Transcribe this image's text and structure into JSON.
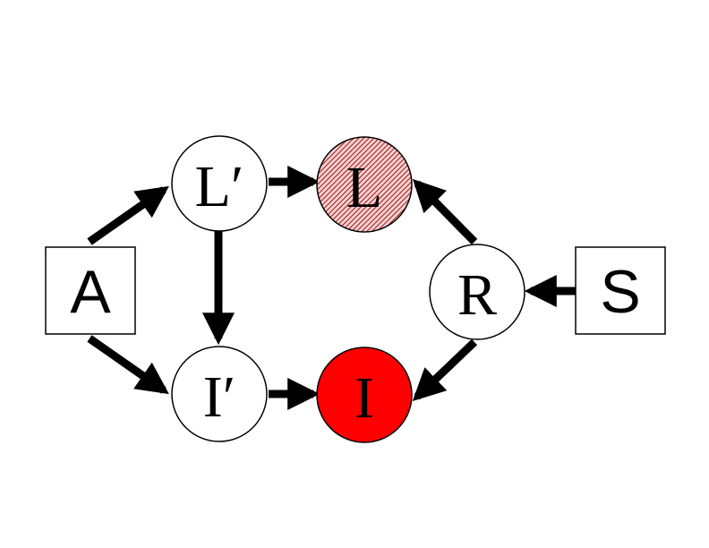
{
  "diagram": {
    "nodes": {
      "A": {
        "label": "A",
        "shape": "square",
        "fill": "#ffffff"
      },
      "Lp": {
        "label": "L′",
        "shape": "circle",
        "fill": "#ffffff"
      },
      "L": {
        "label": "L",
        "shape": "circle",
        "fill": "#e8aaaa",
        "pattern": "hatched"
      },
      "Ip": {
        "label": "I′",
        "shape": "circle",
        "fill": "#ffffff"
      },
      "I": {
        "label": "I",
        "shape": "circle",
        "fill": "#ff0000"
      },
      "R": {
        "label": "R",
        "shape": "circle",
        "fill": "#ffffff"
      },
      "S": {
        "label": "S",
        "shape": "square",
        "fill": "#ffffff"
      }
    },
    "edges": [
      {
        "from": "A",
        "to": "Lp"
      },
      {
        "from": "A",
        "to": "Ip"
      },
      {
        "from": "Lp",
        "to": "L"
      },
      {
        "from": "Lp",
        "to": "Ip"
      },
      {
        "from": "Ip",
        "to": "I"
      },
      {
        "from": "R",
        "to": "L"
      },
      {
        "from": "R",
        "to": "I"
      },
      {
        "from": "S",
        "to": "R"
      }
    ],
    "colors": {
      "stroke": "#000000",
      "hatch_line": "#a01818",
      "hatch_bg": "#f4d0d0",
      "active": "#ff0000"
    }
  }
}
